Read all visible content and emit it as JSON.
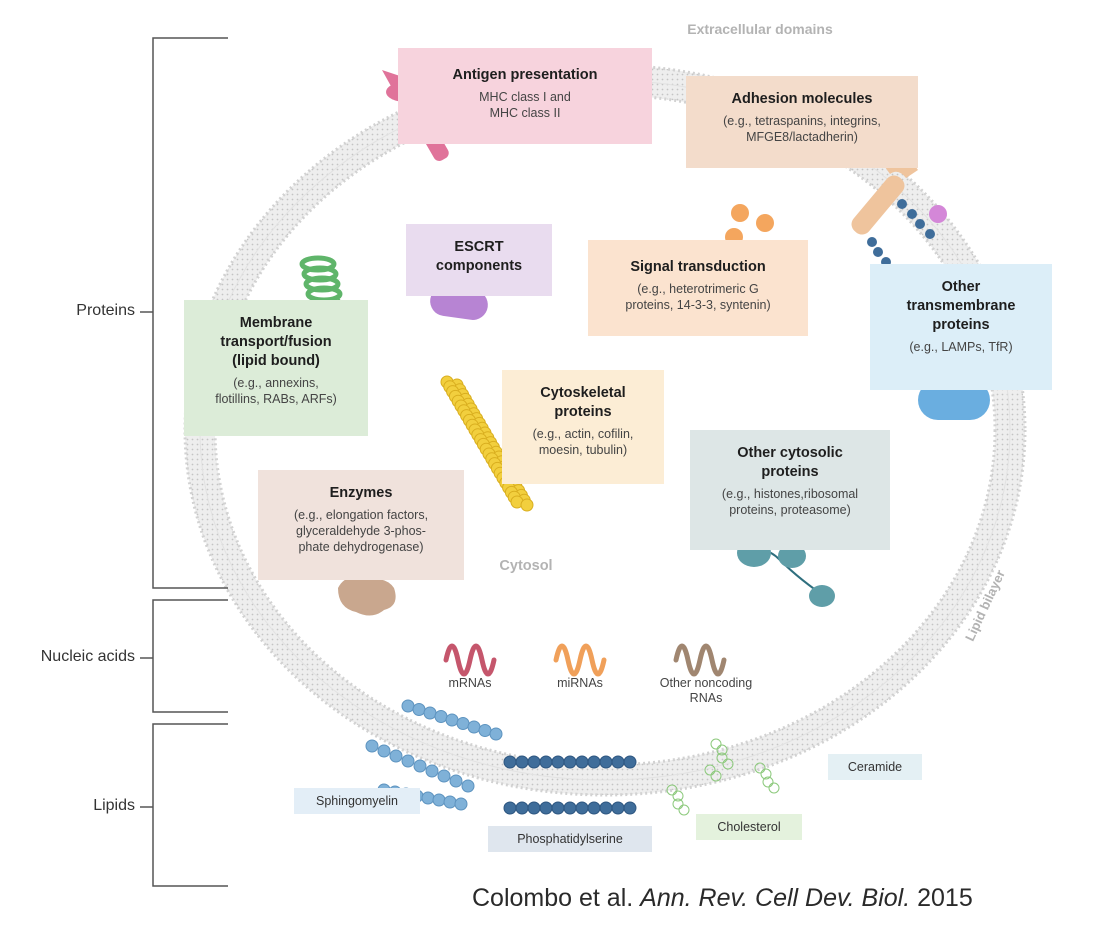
{
  "diagram": {
    "zones": {
      "extracellular": "Extracellular domains",
      "cytosol": "Cytosol",
      "lipid_bilayer": "Lipid bilayer"
    },
    "categories": {
      "proteins": "Proteins",
      "nucleic_acids": "Nucleic acids",
      "lipids": "Lipids"
    },
    "protein_boxes": {
      "antigen": {
        "title": "Antigen presentation",
        "line1": "MHC class I and",
        "line2": "MHC class II",
        "color": "#f7d3dd"
      },
      "adhesion": {
        "title": "Adhesion molecules",
        "line1": "(e.g., tetraspanins, integrins,",
        "line2": "MFGE8/lactadherin)",
        "color": "#f3dccb"
      },
      "escrt": {
        "title1": "ESCRT",
        "title2": "components",
        "color": "#e9dcef"
      },
      "signal": {
        "title": "Signal transduction",
        "line1": "(e.g., heterotrimeric G",
        "line2": "proteins, 14-3-3, syntenin)",
        "color": "#fbe3cf"
      },
      "other_tm": {
        "title1": "Other",
        "title2": "transmembrane",
        "title3": "proteins",
        "line1": "(e.g., LAMPs, TfR)",
        "color": "#dceef8"
      },
      "membrane": {
        "title1": "Membrane",
        "title2": "transport/fusion",
        "title3": "(lipid bound)",
        "line1": "(e.g., annexins,",
        "line2": "flotillins, RABs, ARFs)",
        "color": "#dcecd8"
      },
      "cytoskeletal": {
        "title1": "Cytoskeletal",
        "title2": "proteins",
        "line1": "(e.g., actin, cofilin,",
        "line2": "moesin, tubulin)",
        "color": "#fcedd5"
      },
      "other_cyto": {
        "title1": "Other cytosolic",
        "title2": "proteins",
        "line1": "(e.g., histones,ribosomal",
        "line2": "proteins, proteasome)",
        "color": "#dde6e6"
      },
      "enzymes": {
        "title": "Enzymes",
        "line1": "(e.g., elongation factors,",
        "line2": "glyceraldehyde 3-phos-",
        "line3": "phate dehydrogenase)",
        "color": "#f0e2dc"
      }
    },
    "nucleic": {
      "mrna": "mRNAs",
      "mirna": "miRNAs",
      "other1": "Other noncoding",
      "other2": "RNAs"
    },
    "lipids": {
      "sphingomyelin": "Sphingomyelin",
      "phosphatidylserine": "Phosphatidylserine",
      "cholesterol": "Cholesterol",
      "ceramide": "Ceramide"
    },
    "colors": {
      "mrna": "#c5566c",
      "mirna": "#f0a05a",
      "other_rna": "#a08670",
      "sphingomyelin_head": "#7fb1d8",
      "ps_head": "#3f6d9a",
      "cholesterol": "#8cc97c"
    }
  },
  "citation": {
    "authors": "Colombo et al.",
    "journal": "Ann. Rev. Cell Dev. Biol.",
    "year": "2015"
  }
}
